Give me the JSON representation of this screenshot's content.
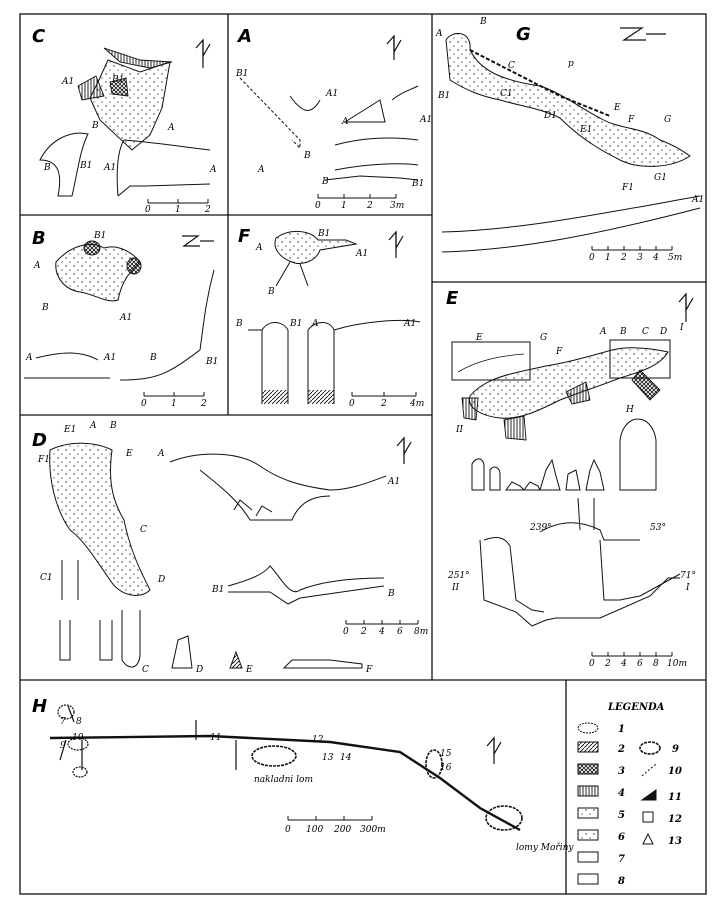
{
  "panels": {
    "C": {
      "letter": "C",
      "scale": [
        "0",
        "1",
        "2"
      ],
      "labels": [
        "A1",
        "B1",
        "B",
        "B",
        "B1",
        "A",
        "A1",
        "A"
      ]
    },
    "A": {
      "letter": "A",
      "scale": [
        "0",
        "1",
        "2",
        "3m"
      ],
      "labels": [
        "B1",
        "A1",
        "A",
        "A1",
        "B",
        "A",
        "B",
        "B1"
      ]
    },
    "G": {
      "letter": "G",
      "scale": [
        "0",
        "1",
        "2",
        "3",
        "4",
        "5m"
      ],
      "labels": [
        "A",
        "B",
        "B1",
        "C",
        "C1",
        "p",
        "E",
        "E1",
        "D1",
        "F",
        "F1",
        "G",
        "G1",
        "A1"
      ]
    },
    "B": {
      "letter": "B",
      "scale": [
        "0",
        "1",
        "2"
      ],
      "labels": [
        "B1",
        "A",
        "B",
        "A1",
        "A",
        "A1",
        "B",
        "B1"
      ]
    },
    "F": {
      "letter": "F",
      "scale": [
        "0",
        "2",
        "4m"
      ],
      "labels": [
        "B1",
        "A",
        "A1",
        "B",
        "B",
        "B1",
        "A",
        "A1"
      ]
    },
    "E": {
      "letter": "E",
      "scale": [
        "0",
        "2",
        "4",
        "6",
        "8",
        "10m"
      ],
      "labels": [
        "E",
        "G",
        "F",
        "A",
        "B",
        "C",
        "D",
        "I",
        "H",
        "II"
      ],
      "angles": [
        "239°",
        "53°",
        "251°",
        "71°"
      ],
      "section_marks": [
        "II",
        "I"
      ]
    },
    "D": {
      "letter": "D",
      "scale": [
        "0",
        "2",
        "4",
        "6",
        "8m"
      ],
      "labels": [
        "E1",
        "A",
        "B",
        "E",
        "F1",
        "C",
        "C1",
        "D",
        "A",
        "B",
        "B1",
        "A1",
        "C",
        "D",
        "E",
        "F"
      ]
    },
    "H": {
      "letter": "H",
      "scale": [
        "0",
        "100",
        "200",
        "300m"
      ],
      "numbers": [
        "7",
        "8",
        "9",
        "10",
        "11",
        "12",
        "13",
        "14",
        "15",
        "16"
      ],
      "places": [
        "nakladni lom",
        "lomy Mořiny"
      ]
    }
  },
  "legend": {
    "title": "LEGENDA",
    "items": [
      "1",
      "2",
      "3",
      "4",
      "5",
      "6",
      "7",
      "8",
      "9",
      "10",
      "11",
      "12",
      "13"
    ]
  }
}
